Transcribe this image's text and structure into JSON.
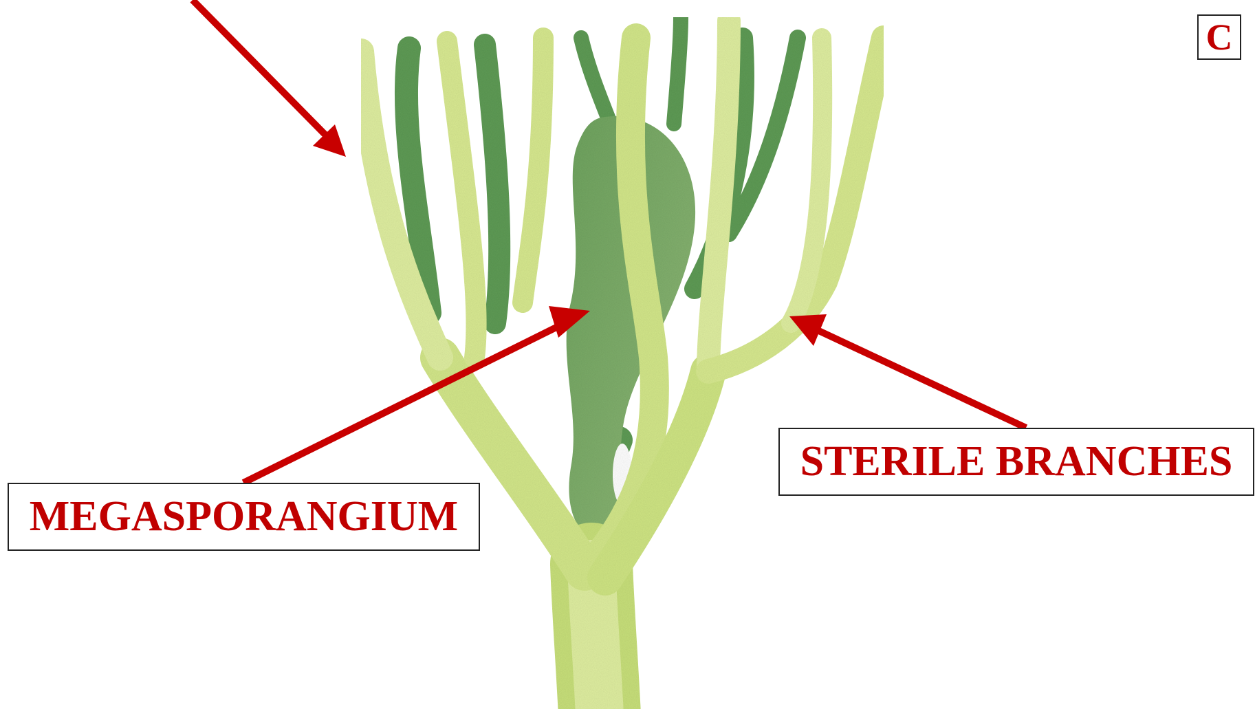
{
  "labels": {
    "megasporangium": "MEGASPORANGIUM",
    "sterile_branches": "STERILE BRANCHES",
    "panel_letter": "C"
  },
  "colors": {
    "label_text": "#c00000",
    "arrow": "#c80000",
    "sterile_branch_light": "#dfeea0",
    "sterile_branch_mid": "#c8e07a",
    "fertile_branch_dark": "#5e9b55",
    "megasporangium": "#78a866",
    "background": "#ffffff"
  },
  "icons": [
    "arrow-icon"
  ]
}
